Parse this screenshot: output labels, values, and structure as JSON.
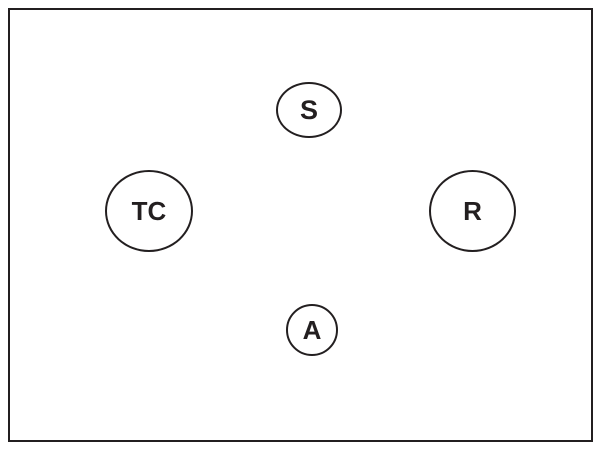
{
  "diagram": {
    "nodes": [
      {
        "id": "s",
        "label": "S"
      },
      {
        "id": "tc",
        "label": "TC"
      },
      {
        "id": "r",
        "label": "R"
      },
      {
        "id": "a",
        "label": "A"
      }
    ]
  },
  "colors": {
    "stroke": "#231f20",
    "background": "#ffffff"
  }
}
